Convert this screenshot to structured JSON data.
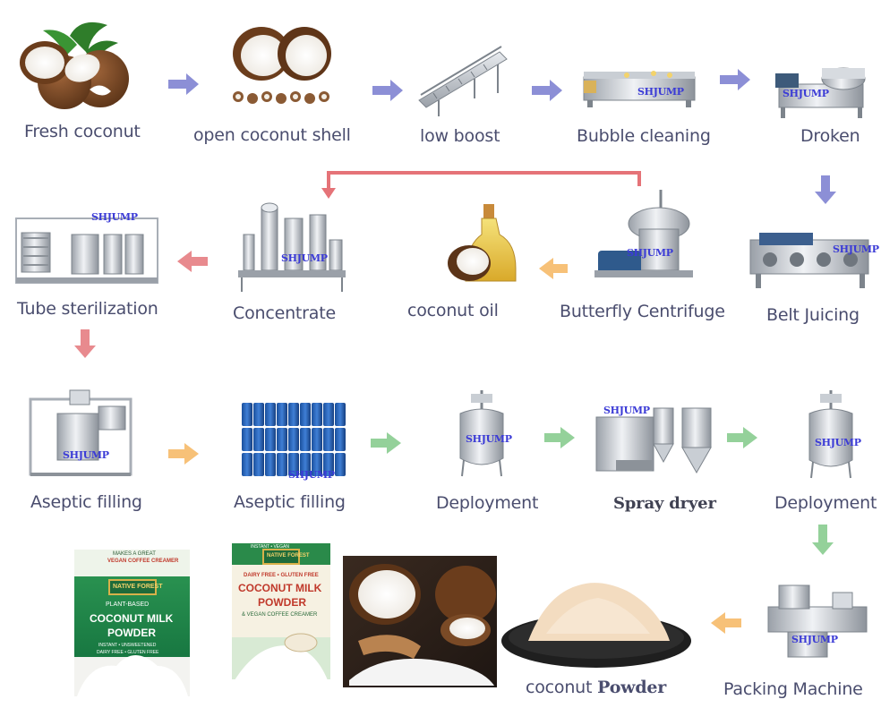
{
  "brand": "SHJUMP",
  "steps": [
    {
      "id": "fresh-coconut",
      "label": "Fresh coconut"
    },
    {
      "id": "open-coconut-shell",
      "label": "open coconut shell"
    },
    {
      "id": "low-boost",
      "label": "low boost"
    },
    {
      "id": "bubble-cleaning",
      "label": "Bubble cleaning"
    },
    {
      "id": "droken",
      "label": "Droken"
    },
    {
      "id": "belt-juicing",
      "label": "Belt Juicing"
    },
    {
      "id": "butterfly-centrifuge",
      "label": "Butterfly Centrifuge"
    },
    {
      "id": "coconut-oil",
      "label": "coconut oil"
    },
    {
      "id": "concentrate",
      "label": "Concentrate"
    },
    {
      "id": "tube-sterilization",
      "label": "Tube sterilization"
    },
    {
      "id": "aseptic-filling-1",
      "label": "Aseptic filling"
    },
    {
      "id": "aseptic-filling-2",
      "label": "Aseptic filling"
    },
    {
      "id": "deployment-1",
      "label": "Deployment"
    },
    {
      "id": "spray-dryer",
      "label": "Spray dryer"
    },
    {
      "id": "deployment-2",
      "label": "Deployment"
    },
    {
      "id": "packing-machine",
      "label": "Packing Machine"
    },
    {
      "id": "coconut-powder",
      "label_a": "coconut ",
      "label_b": "Powder"
    }
  ],
  "products": {
    "pkg1": {
      "top": "MAKES A GREAT",
      "top2": "VEGAN COFFEE CREAMER",
      "logo": "NATIVE FOREST",
      "sub": "PLANT-BASED",
      "title1": "COCONUT MILK",
      "title2": "POWDER",
      "line1": "INSTANT • UNSWEETENED",
      "line2": "DAIRY FREE • GLUTEN FREE"
    },
    "pkg2": {
      "top": "INSTANT • VEGAN",
      "logo": "NATIVE FOREST",
      "sub": "DAIRY FREE • GLUTEN FREE",
      "title1": "COCONUT MILK",
      "title2": "POWDER",
      "line1": "& VEGAN COFFEE CREAMER"
    }
  },
  "colors": {
    "arrow_blue": "#8c8fd6",
    "arrow_pink": "#e88a8e",
    "arrow_red": "#e57378",
    "arrow_orange": "#f7c178",
    "arrow_green": "#94d19a",
    "label": "#4a4d6e",
    "brand": "#3b3bd6"
  }
}
